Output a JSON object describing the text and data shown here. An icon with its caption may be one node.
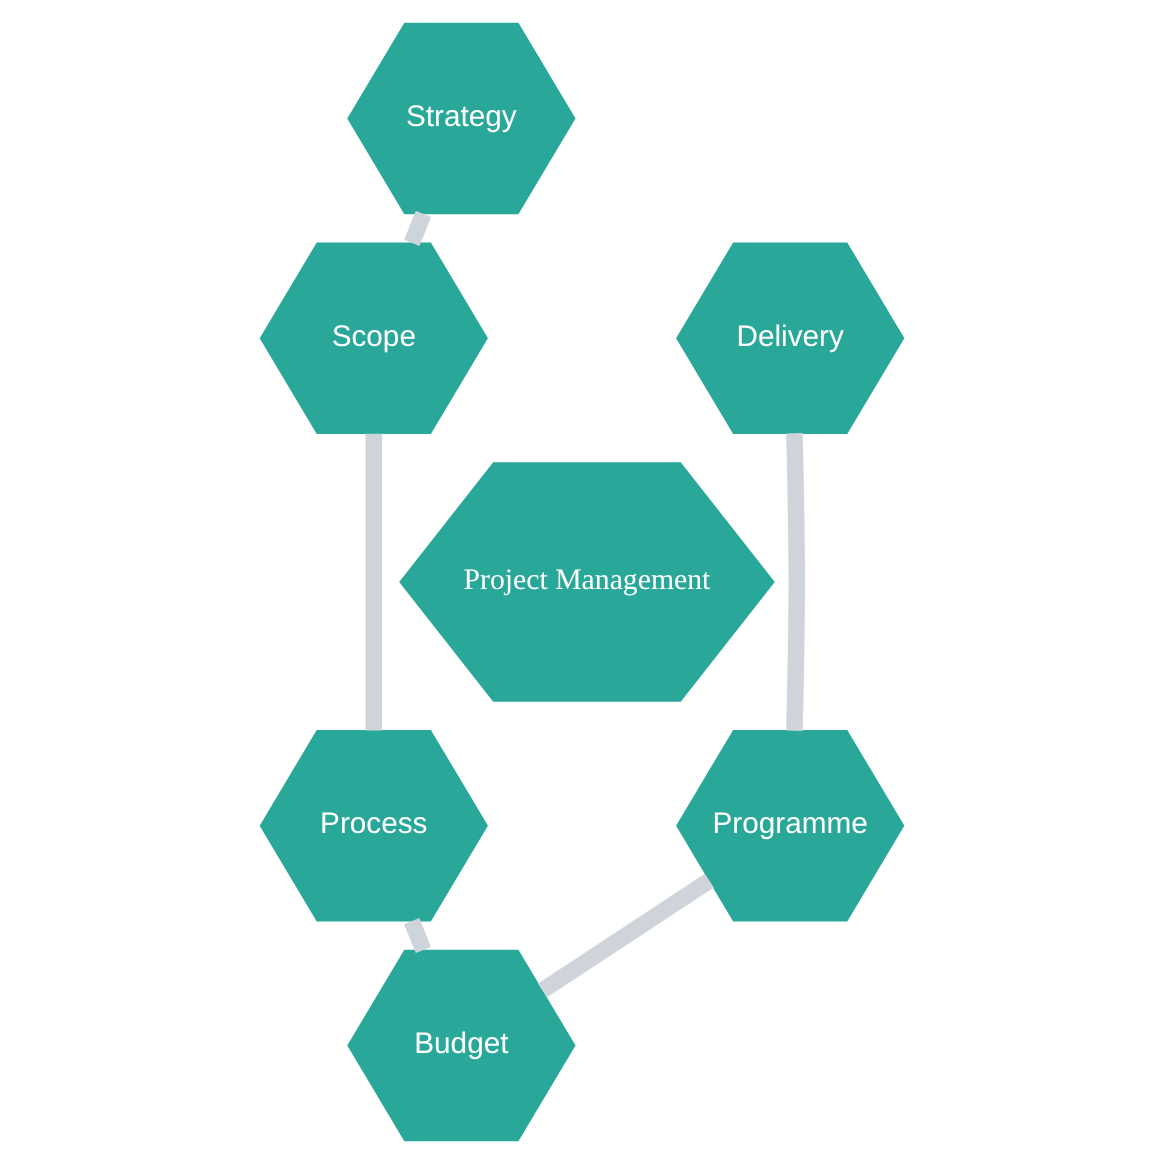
{
  "diagram": {
    "nodes": [
      {
        "text": [
          "Strategy"
        ]
      },
      {
        "text": [
          "Delivery"
        ]
      },
      {
        "text": [
          "Scope"
        ]
      },
      {
        "text": [
          "Project Management"
        ]
      },
      {
        "text": [
          "Programme"
        ]
      },
      {
        "text": [
          "Process"
        ]
      },
      {
        "text": [
          "Budget"
        ]
      }
    ],
    "edges": [
      {
        "from": 0,
        "to": 2,
        "arrow": "none"
      },
      {
        "from": 2,
        "to": 5,
        "arrow": "none"
      },
      {
        "from": 5,
        "to": 6,
        "arrow": "none"
      },
      {
        "from": 6,
        "to": 4,
        "arrow": "none"
      },
      {
        "from": 4,
        "to": 1,
        "arrow": "none"
      }
    ]
  }
}
